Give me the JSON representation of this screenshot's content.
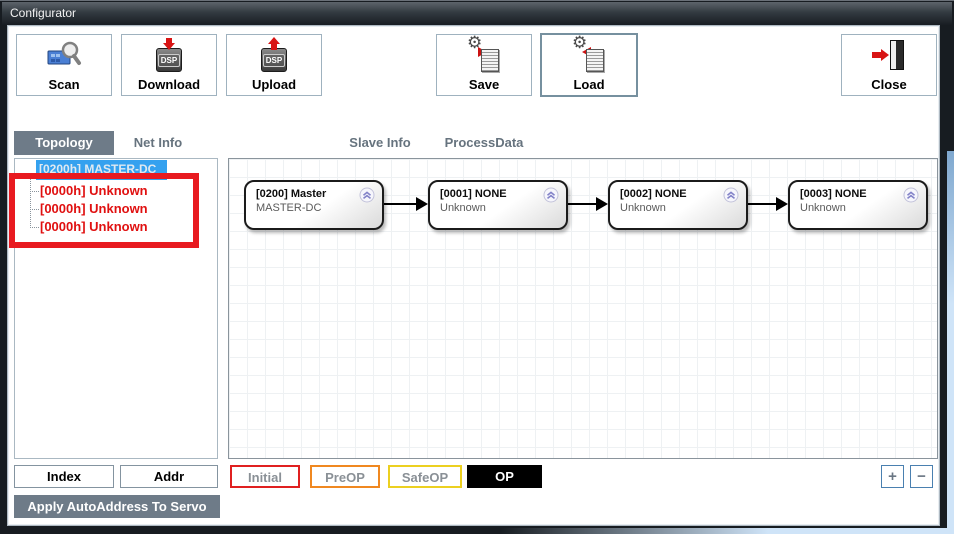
{
  "window": {
    "title": "Configurator"
  },
  "toolbar": {
    "scan": "Scan",
    "download": "Download",
    "upload": "Upload",
    "save": "Save",
    "load": "Load",
    "close": "Close",
    "dsp": "DSP"
  },
  "tabs": {
    "topology": "Topology",
    "net_info": "Net Info",
    "slave_info": "Slave Info",
    "process_data": "ProcessData"
  },
  "tree": {
    "master": "[0200h] MASTER-DC",
    "slaves": [
      "[0000h] Unknown",
      "[0000h] Unknown",
      "[0000h] Unknown"
    ]
  },
  "topology": {
    "nodes": [
      {
        "id": "[0200] Master",
        "name": "MASTER-DC"
      },
      {
        "id": "[0001] NONE",
        "name": "Unknown"
      },
      {
        "id": "[0002] NONE",
        "name": "Unknown"
      },
      {
        "id": "[0003] NONE",
        "name": "Unknown"
      }
    ]
  },
  "footer": {
    "index": "Index",
    "addr": "Addr",
    "states": {
      "initial": "Initial",
      "preop": "PreOP",
      "safeop": "SafeOP",
      "op": "OP"
    },
    "zoom_in": "+",
    "zoom_out": "−",
    "apply": "Apply AutoAddress To Servo"
  },
  "colors": {
    "tab_accent": "#6e7b88",
    "tree_selection": "#34a1ef",
    "alert_text": "#e01010",
    "annotation_box": "#e81a20",
    "state_initial_border": "#e02020",
    "state_preop_border": "#f08820",
    "state_safeop_border": "#ecd020",
    "state_op_bg": "#000000",
    "zoom_border": "#4a80b0"
  }
}
